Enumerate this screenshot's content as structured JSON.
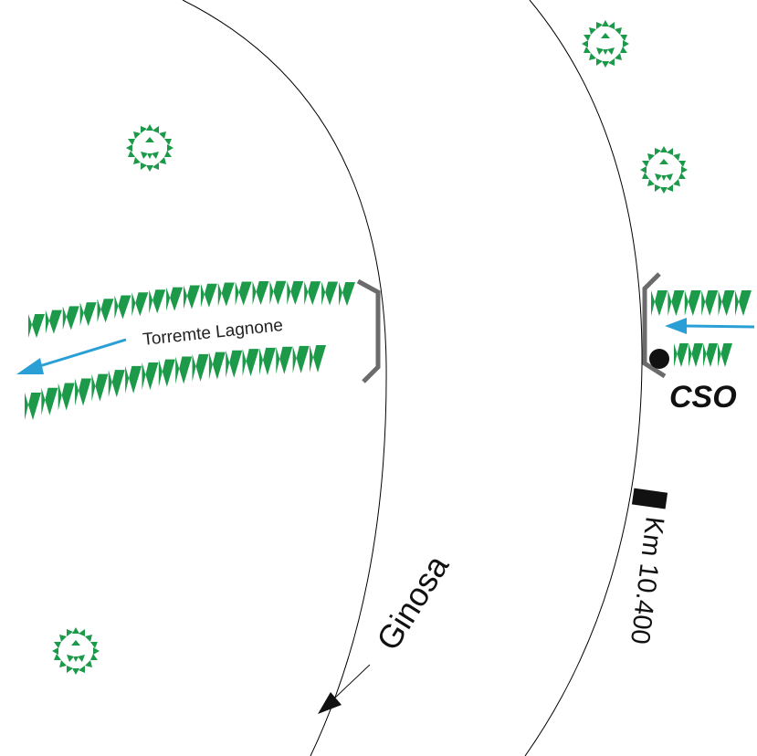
{
  "map": {
    "stream_label": "Torremte Lagnone",
    "direction_label": "Ginosa",
    "kilometer_label": "Km 10.400",
    "structure_label": "CSO",
    "colors": {
      "road_edge": "#000000",
      "vegetation": "#1c9a4a",
      "water_flow": "#2a9fd6",
      "bridge": "#6b6b6b",
      "marker": "#111111"
    },
    "icons": [
      "tree-icon",
      "flow-arrow-icon",
      "bridge-icon",
      "kilometer-marker-icon",
      "cso-point-icon",
      "direction-arrow-icon"
    ]
  }
}
